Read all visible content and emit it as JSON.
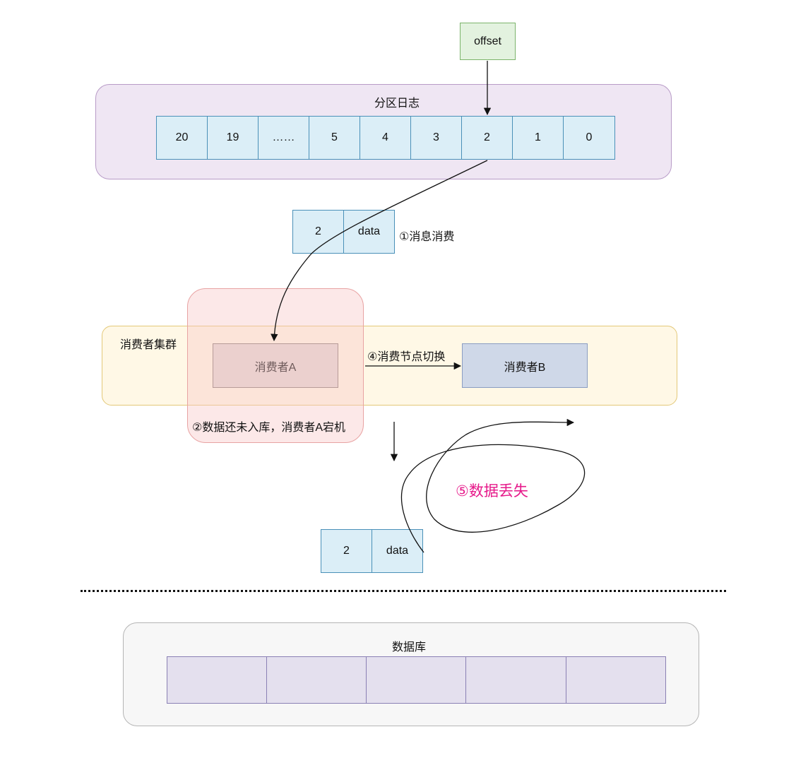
{
  "offset_label": "offset",
  "partition_log": {
    "title": "分区日志",
    "cells": [
      "20",
      "19",
      "……",
      "5",
      "4",
      "3",
      "2",
      "1",
      "0"
    ]
  },
  "message_top": {
    "key": "2",
    "value": "data"
  },
  "step1_label": "①消息消费",
  "consumer_cluster": {
    "title": "消费者集群",
    "consumer_a": "消费者A",
    "consumer_b": "消费者B"
  },
  "step4_label": "④消费节点切换",
  "step2_label": "②数据还未入库，消费者A宕机",
  "step5_label": "⑤数据丢失",
  "message_bottom": {
    "key": "2",
    "value": "data"
  },
  "database": {
    "title": "数据库"
  },
  "colors": {
    "partition_bg": "#efe6f3",
    "cell_fill": "#dbeef7",
    "cluster_bg": "#fff8e6",
    "failure_overlay": "#f8c6c6",
    "step5_text": "#e6198a"
  }
}
